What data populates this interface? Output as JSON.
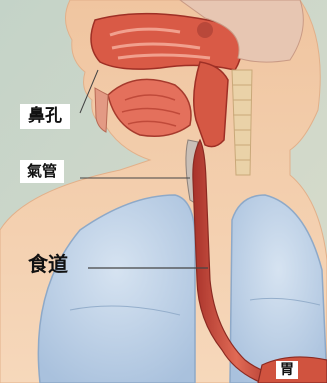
{
  "labels": {
    "nostril": "鼻孔",
    "trachea": "氣管",
    "esophagus": "食道",
    "stomach": "胃"
  },
  "colors": {
    "background": "#c9d6c5",
    "skin": "#f2c9a0",
    "lung": "#b8cde4",
    "esophagus": "#cc4d3c",
    "tissue": "#e58a78",
    "label_background": "#ffffff"
  }
}
